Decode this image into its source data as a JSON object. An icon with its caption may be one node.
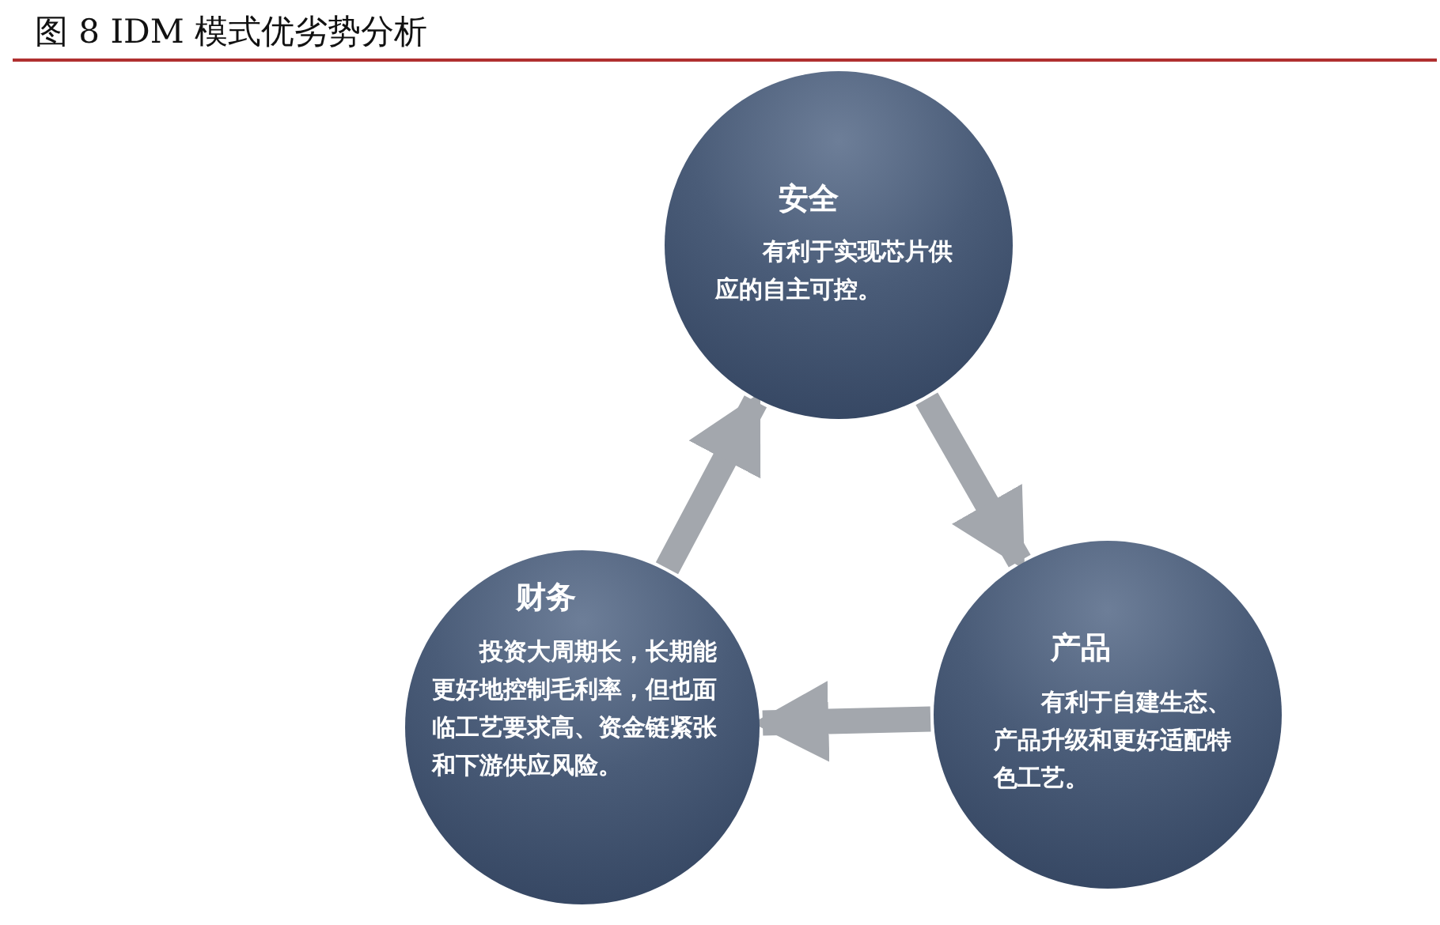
{
  "diagram": {
    "title": "图 8 IDM 模式优劣势分析",
    "nodes": [
      {
        "text": [
          "安全",
          "有利于实现芯片供应的自主可控。"
        ]
      },
      {
        "text": [
          "产品",
          "有利于自建生态、产品升级和更好适配特色工艺。"
        ]
      },
      {
        "text": [
          "财务",
          "投资大周期长，长期能更好地控制毛利率，但也面临工艺要求高、资金链紧张和下游供应风险。"
        ]
      }
    ],
    "edges": [
      {
        "from": 0,
        "to": 1,
        "arrow": "to"
      },
      {
        "from": 1,
        "to": 2,
        "arrow": "to"
      },
      {
        "from": 2,
        "to": 0,
        "arrow": "to"
      }
    ]
  }
}
